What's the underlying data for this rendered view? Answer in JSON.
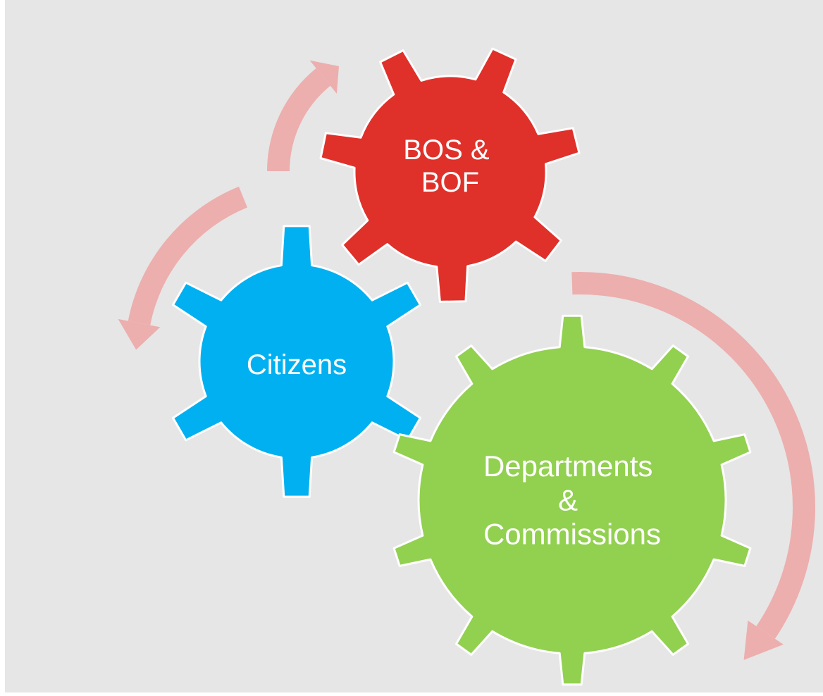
{
  "diagram": {
    "background": "#e6e6e6",
    "arrow_color": "#edaeae",
    "gears": [
      {
        "id": "bos-bof",
        "lines": [
          "BOS &",
          "BOF"
        ],
        "color": "#e0302a"
      },
      {
        "id": "citizens",
        "lines": [
          "Citizens"
        ],
        "color": "#00b0f0"
      },
      {
        "id": "departments-commissions",
        "lines": [
          "Departments",
          "&",
          "Commissions"
        ],
        "color": "#92d050"
      }
    ],
    "arrows": [
      {
        "id": "arrow-citizens-to-bos",
        "from": "citizens",
        "to": "bos-bof"
      },
      {
        "id": "arrow-bos-to-departments",
        "from": "bos-bof",
        "to": "departments-commissions"
      },
      {
        "id": "arrow-back-to-citizens",
        "from": "bos-bof",
        "to": "citizens"
      }
    ]
  }
}
